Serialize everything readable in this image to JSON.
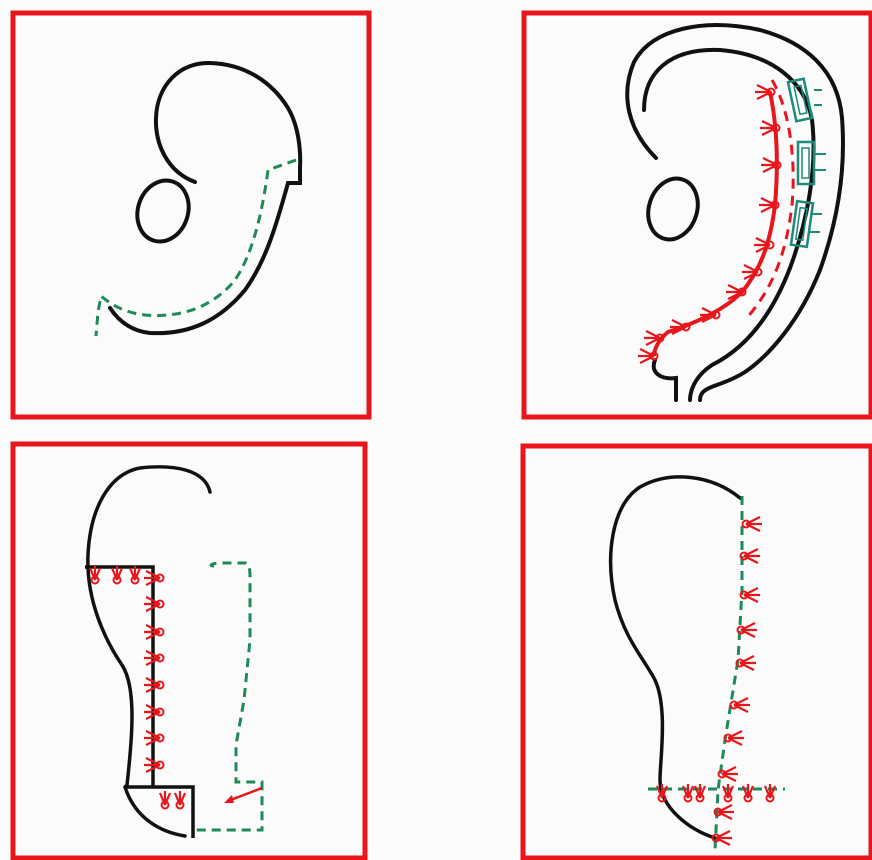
{
  "figure": {
    "panels": [
      {
        "name": "panel-1",
        "caption": ""
      },
      {
        "name": "panel-2",
        "caption": ""
      },
      {
        "name": "panel-3",
        "caption": ""
      },
      {
        "name": "panel-4",
        "caption": ""
      }
    ]
  },
  "colors": {
    "frame": "#e8161b",
    "outline": "#111111",
    "incision": "#1d8a57",
    "suture": "#e8161b",
    "bolster": "#1d8a7a",
    "background": "#fbfbfb"
  }
}
